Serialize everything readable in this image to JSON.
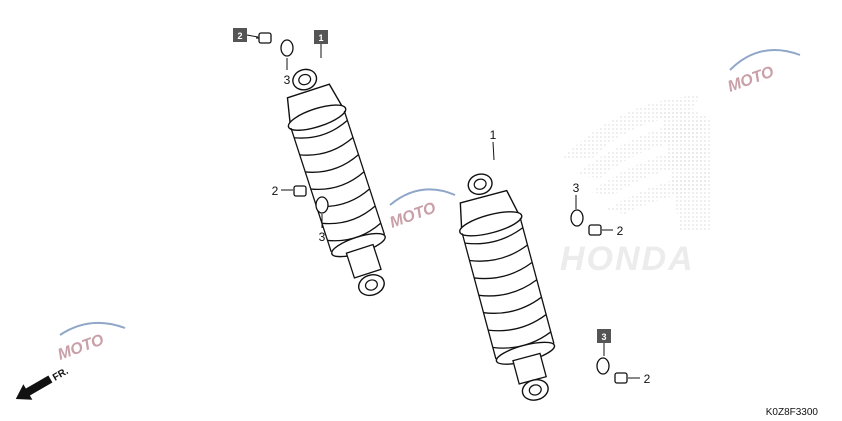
{
  "callouts": {
    "box_2": "2",
    "box_1": "1",
    "box_3": "3",
    "left_washer_top": "3",
    "left_bolt_mid": "2",
    "left_washer_mid": "3",
    "right_shock": "1",
    "right_washer_upper": "3",
    "right_bolt_upper": "2",
    "right_bolt_lower": "2"
  },
  "direction_label": "FR.",
  "diagram_code": "K0Z8F3300",
  "watermark": {
    "text": "MOTO"
  },
  "background_logo": {
    "text": "HONDA"
  },
  "colors": {
    "line": "#111111",
    "callout_box": "#555555",
    "watermark": "#c9a0a8",
    "watermark_accent": "#8fa6c8",
    "logo_shade": "#e8e8e8"
  }
}
